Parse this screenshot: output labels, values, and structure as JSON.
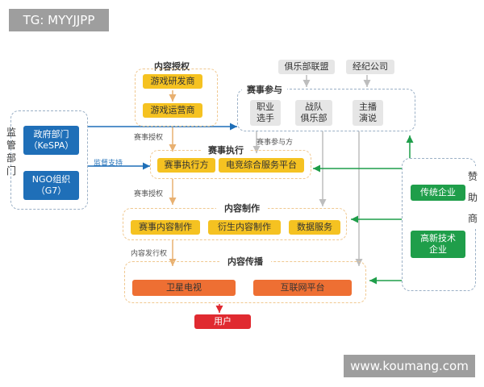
{
  "watermark_tl": "TG: MYYJJPP",
  "watermark_br": "www.koumang.com",
  "regulators": {
    "title": "监管部门",
    "items": [
      "政府部门\n（KeSPA）",
      "NGO组织\n（G7）"
    ]
  },
  "content_license": {
    "title": "内容授权",
    "items": [
      "游戏研发商",
      "游戏运营商"
    ]
  },
  "top_entities": [
    "俱乐部联盟",
    "经纪公司"
  ],
  "participation": {
    "title": "赛事参与",
    "items": [
      "职业\n选手",
      "战队\n俱乐部",
      "主播\n演说"
    ]
  },
  "execution": {
    "title": "赛事执行",
    "items": [
      "赛事执行方",
      "电竞综合服务平台"
    ]
  },
  "production": {
    "title": "内容制作",
    "items": [
      "赛事内容制作",
      "衍生内容制作",
      "数据服务"
    ]
  },
  "distribution": {
    "title": "内容传播",
    "items": [
      "卫星电视",
      "互联网平台"
    ]
  },
  "user": "用户",
  "sponsors": {
    "title": "赞助商",
    "items": [
      "传统企业",
      "高新技术\n企业"
    ]
  },
  "edges": {
    "event_license": "赛事授权",
    "supervision": "监督支持",
    "participate": "赛事参与方",
    "event_license2": "赛事授权",
    "distribution_rights": "内容发行权"
  },
  "colors": {
    "blue": "#1f6fb8",
    "green": "#1f9e4a",
    "yellow": "#f5c221",
    "orange": "#ee6f33",
    "red": "#e02a30"
  }
}
